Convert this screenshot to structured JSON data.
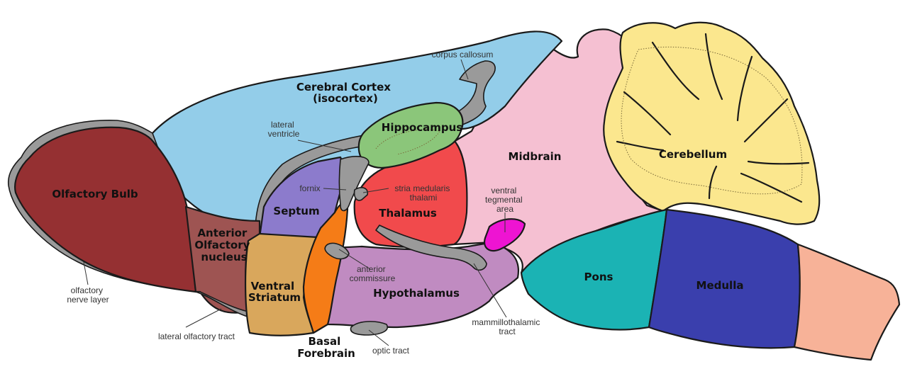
{
  "colors": {
    "olfactory_bulb": "#953032",
    "anterior_olfactory": "#9e5452",
    "cortex": "#93cde9",
    "hippocampus": "#8bc67a",
    "midbrain": "#f5c0d2",
    "cerebellum": "#fbe78e",
    "thalamus": "#f14a4c",
    "septum": "#8c7bcc",
    "ventral_striatum": "#d9a75c",
    "basal_forebrain": "#f57c17",
    "hypothalamus": "#c08bc1",
    "pons": "#1bb3b4",
    "medulla": "#3a3fad",
    "spinal": "#f7b298",
    "vta": "#ee14d2",
    "tract": "#9a9a9a",
    "outline": "#1a1a1a"
  },
  "regions": {
    "olfactory_bulb": [
      "Olfactory Bulb"
    ],
    "anterior_olfactory": [
      "Anterior",
      "Olfactory",
      "nucleus"
    ],
    "cortex": [
      "Cerebral Cortex",
      "(isocortex)"
    ],
    "hippocampus": [
      "Hippocampus"
    ],
    "midbrain": [
      "Midbrain"
    ],
    "cerebellum": [
      "Cerebellum"
    ],
    "septum": [
      "Septum"
    ],
    "thalamus": [
      "Thalamus"
    ],
    "ventral_striatum": [
      "Ventral",
      "Striatum"
    ],
    "basal_forebrain": [
      "Basal",
      "Forebrain"
    ],
    "hypothalamus": [
      "Hypothalamus"
    ],
    "pons": [
      "Pons"
    ],
    "medulla": [
      "Medulla"
    ]
  },
  "annotations": {
    "corpus_callosum": [
      "corpus callosum"
    ],
    "lateral_ventricle": [
      "lateral",
      "ventricle"
    ],
    "fornix": [
      "fornix"
    ],
    "stria_medullaris": [
      "stria medularis",
      "thalami"
    ],
    "vta": [
      "ventral",
      "tegmental",
      "area"
    ],
    "anterior_commissure": [
      "anterior",
      "commissure"
    ],
    "olfactory_nerve_layer": [
      "olfactory",
      "nerve layer"
    ],
    "lateral_olfactory_tract": [
      "lateral olfactory tract"
    ],
    "optic_tract": [
      "optic tract"
    ],
    "mammillothalamic": [
      "mammillothalamic",
      "tract"
    ]
  }
}
